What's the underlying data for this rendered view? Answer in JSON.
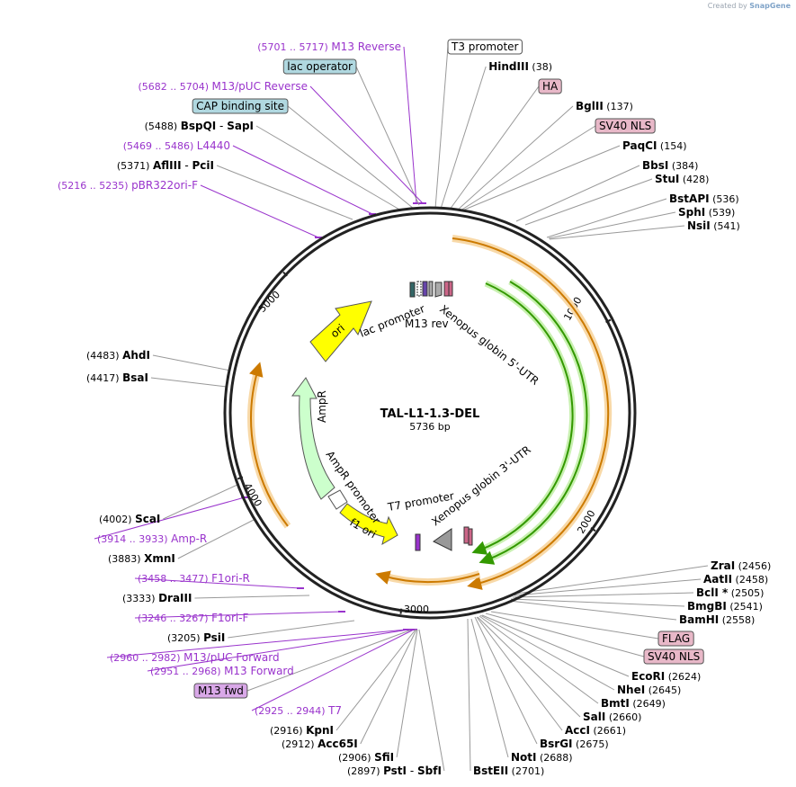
{
  "credit": {
    "prefix": "Created by",
    "brand": "SnapGene"
  },
  "plasmid": {
    "name": "TAL-L1-1.3-DEL",
    "length_label": "5736 bp",
    "length": 5736
  },
  "ticks": [
    {
      "pos": 1000,
      "label": "1000"
    },
    {
      "pos": 2000,
      "label": "2000"
    },
    {
      "pos": 3000,
      "label": "3000"
    },
    {
      "pos": 4000,
      "label": "4000"
    },
    {
      "pos": 5000,
      "label": "5000"
    }
  ],
  "inner_features": [
    {
      "label": "ori",
      "color": "#ffff00"
    },
    {
      "label": "AmpR",
      "color": "#ccffcc"
    },
    {
      "label": "f1 ori",
      "color": "#ffff00"
    },
    {
      "label": "lac promoter"
    },
    {
      "label": "M13 rev"
    },
    {
      "label": "Xenopus globin 5'-UTR"
    },
    {
      "label": "AmpR promoter"
    },
    {
      "label": "T7 promoter"
    },
    {
      "label": "Xenopus globin 3'-UTR"
    }
  ],
  "colors": {
    "orange_arc": "#cc7a00",
    "orange_halo": "#f8d9a8",
    "green_arc": "#339900",
    "green_halo": "#c8f0b0",
    "primer": "#9933cc",
    "boxed_feature": "#b0d8e0",
    "boxed_pink": "#e8b8c8"
  },
  "labels": [
    {
      "type": "primer",
      "range": "(5701 .. 5717)",
      "name": "M13 Reverse"
    },
    {
      "type": "box",
      "name": "T3 promoter",
      "style": "plain"
    },
    {
      "type": "box",
      "name": "lac operator",
      "style": "blue"
    },
    {
      "type": "site",
      "name": "HindIII",
      "pos": "(38)"
    },
    {
      "type": "primer",
      "range": "(5682 .. 5704)",
      "name": "M13/pUC Reverse"
    },
    {
      "type": "box",
      "name": "HA",
      "style": "pink"
    },
    {
      "type": "box",
      "name": "CAP binding site",
      "style": "blue"
    },
    {
      "type": "site",
      "name": "BglII",
      "pos": "(137)"
    },
    {
      "type": "site2",
      "pos": "(5488)",
      "name": "BspQI",
      "name2": "SapI"
    },
    {
      "type": "box",
      "name": "SV40 NLS",
      "style": "pink"
    },
    {
      "type": "primer",
      "range": "(5469 .. 5486)",
      "name": "L4440"
    },
    {
      "type": "site",
      "name": "PaqCI",
      "pos": "(154)"
    },
    {
      "type": "site2",
      "pos": "(5371)",
      "name": "AflIII",
      "name2": "PciI"
    },
    {
      "type": "site",
      "name": "BbsI",
      "pos": "(384)"
    },
    {
      "type": "site",
      "name": "StuI",
      "pos": "(428)"
    },
    {
      "type": "primer",
      "range": "(5216 .. 5235)",
      "name": "pBR322ori-F"
    },
    {
      "type": "site",
      "name": "BstAPI",
      "pos": "(536)"
    },
    {
      "type": "site",
      "name": "SphI",
      "pos": "(539)"
    },
    {
      "type": "site",
      "name": "NsiI",
      "pos": "(541)"
    },
    {
      "type": "site",
      "name": "AhdI",
      "pos": "(4483)"
    },
    {
      "type": "site",
      "name": "BsaI",
      "pos": "(4417)"
    },
    {
      "type": "site",
      "name": "ScaI",
      "pos": "(4002)"
    },
    {
      "type": "primer",
      "range": "(3914 .. 3933)",
      "name": "Amp-R"
    },
    {
      "type": "site",
      "name": "XmnI",
      "pos": "(3883)"
    },
    {
      "type": "primer",
      "range": "(3458 .. 3477)",
      "name": "F1ori-R"
    },
    {
      "type": "site",
      "name": "DraIII",
      "pos": "(3333)"
    },
    {
      "type": "primer",
      "range": "(3246 .. 3267)",
      "name": "F1ori-F"
    },
    {
      "type": "site",
      "name": "PsiI",
      "pos": "(3205)"
    },
    {
      "type": "primer",
      "range": "(2960 .. 2982)",
      "name": "M13/pUC Forward"
    },
    {
      "type": "primer",
      "range": "(2951 .. 2968)",
      "name": "M13 Forward"
    },
    {
      "type": "box",
      "name": "M13 fwd",
      "style": "purple"
    },
    {
      "type": "primer",
      "range": "(2925 .. 2944)",
      "name": "T7"
    },
    {
      "type": "site",
      "name": "KpnI",
      "pos": "(2916)"
    },
    {
      "type": "site",
      "name": "Acc65I",
      "pos": "(2912)"
    },
    {
      "type": "site",
      "name": "SfiI",
      "pos": "(2906)"
    },
    {
      "type": "site2",
      "pos": "(2897)",
      "name": "PstI",
      "name2": "SbfI"
    },
    {
      "type": "site",
      "name": "BstEII",
      "pos": "(2701)"
    },
    {
      "type": "site",
      "name": "NotI",
      "pos": "(2688)"
    },
    {
      "type": "site",
      "name": "BsrGI",
      "pos": "(2675)"
    },
    {
      "type": "site",
      "name": "AccI",
      "pos": "(2661)"
    },
    {
      "type": "site",
      "name": "SalI",
      "pos": "(2660)"
    },
    {
      "type": "site",
      "name": "BmtI",
      "pos": "(2649)"
    },
    {
      "type": "site",
      "name": "NheI",
      "pos": "(2645)"
    },
    {
      "type": "site",
      "name": "EcoRI",
      "pos": "(2624)"
    },
    {
      "type": "box",
      "name": "SV40 NLS",
      "style": "pink"
    },
    {
      "type": "box",
      "name": "FLAG",
      "style": "pink"
    },
    {
      "type": "site",
      "name": "BamHI",
      "pos": "(2558)"
    },
    {
      "type": "site",
      "name": "BmgBI",
      "pos": "(2541)"
    },
    {
      "type": "site",
      "name": "BclI *",
      "pos": "(2505)"
    },
    {
      "type": "site",
      "name": "AatII",
      "pos": "(2458)"
    },
    {
      "type": "site",
      "name": "ZraI",
      "pos": "(2456)"
    }
  ]
}
